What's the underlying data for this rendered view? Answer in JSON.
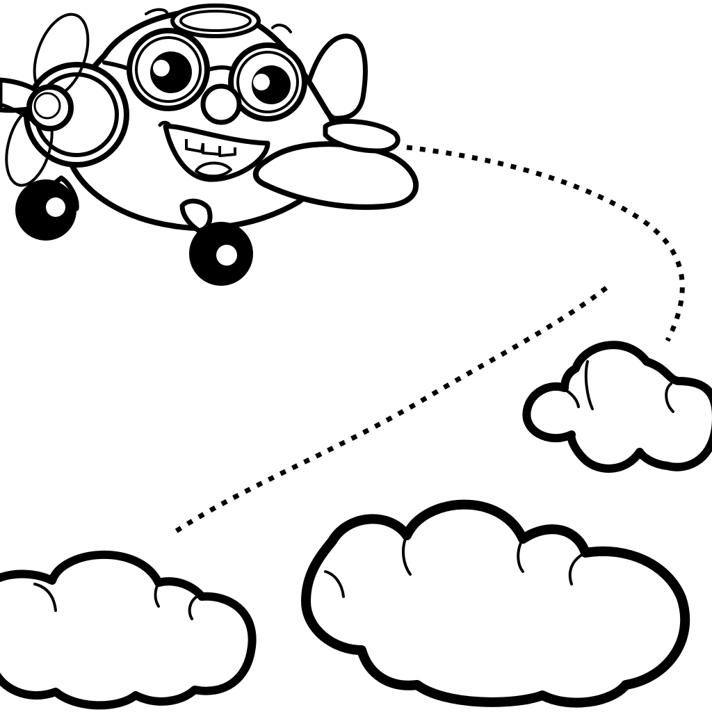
{
  "scene": {
    "subject": "cartoon-airplane",
    "background_color": "#ffffff",
    "ink_color": "#000000",
    "elements": [
      "airplane",
      "flight-path",
      "cloud",
      "cloud",
      "cloud"
    ]
  }
}
